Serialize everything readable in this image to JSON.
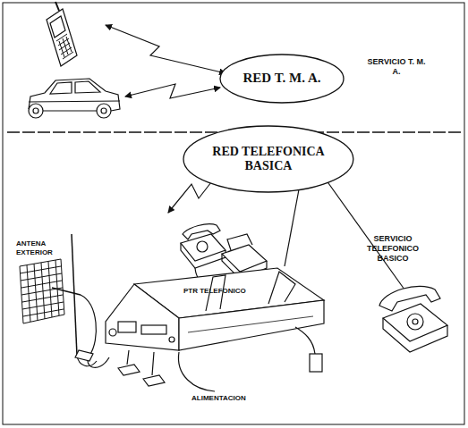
{
  "diagram": {
    "nodes": [
      {
        "text": [
          "RED T. M. A."
        ]
      },
      {
        "text": [
          "RED TELEFONICA BASICA"
        ]
      }
    ],
    "labels": [
      "SERVICIO T. M. A.",
      "SERVICIO TELEFONICO BASICO",
      "ANTENA EXTERIOR",
      "PTR TELEFONICO",
      "ALIMENTACION"
    ]
  }
}
